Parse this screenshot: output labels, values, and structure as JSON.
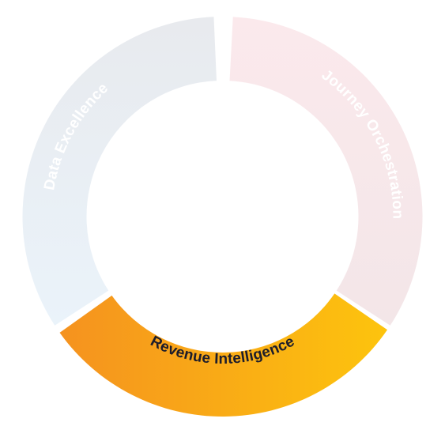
{
  "diagram": {
    "segments": [
      {
        "name": "data-excellence",
        "label": "Data Excellence",
        "state": "inactive",
        "fill_top": "#e8eaee",
        "fill_bottom": "#eaf3fa",
        "text_color": "#ffffff"
      },
      {
        "name": "journey-orchestration",
        "label": "Journey Orchestration",
        "state": "inactive",
        "fill_top": "#fbe9ec",
        "fill_bottom": "#f3e6e8",
        "text_color": "#ffffff"
      },
      {
        "name": "revenue-intelligence",
        "label": "Revenue Intelligence",
        "state": "active",
        "fill_start": "#f5921f",
        "fill_end": "#fdc40d",
        "text_color": "#1d1d2b"
      }
    ]
  }
}
